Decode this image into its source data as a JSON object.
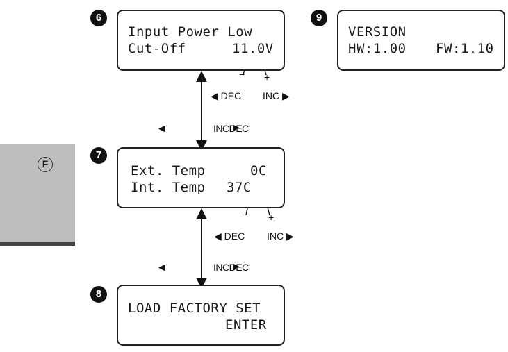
{
  "side_tab": {
    "letter": "F"
  },
  "steps": {
    "s6": {
      "number": "6",
      "line1": "Input Power Low",
      "line2_left": "Cut-Off",
      "line2_right": "11.0V"
    },
    "s7": {
      "number": "7",
      "line1_left": "Ext. Temp",
      "line1_right": "0C",
      "line2_left": "Int. Temp",
      "line2_right": "37C"
    },
    "s8": {
      "number": "8",
      "line1": "LOAD FACTORY SET",
      "line2": "ENTER"
    },
    "s9": {
      "number": "9",
      "line1": "VERSION",
      "line2_left": "HW:1.00",
      "line2_right": "FW:1.10"
    }
  },
  "controls": {
    "minus": "−",
    "plus": "+",
    "dec": "◀ DEC",
    "inc": "INC ▶",
    "left_arrow": "◀",
    "nav": "INCDEC",
    "mid_arrow": "▶"
  }
}
